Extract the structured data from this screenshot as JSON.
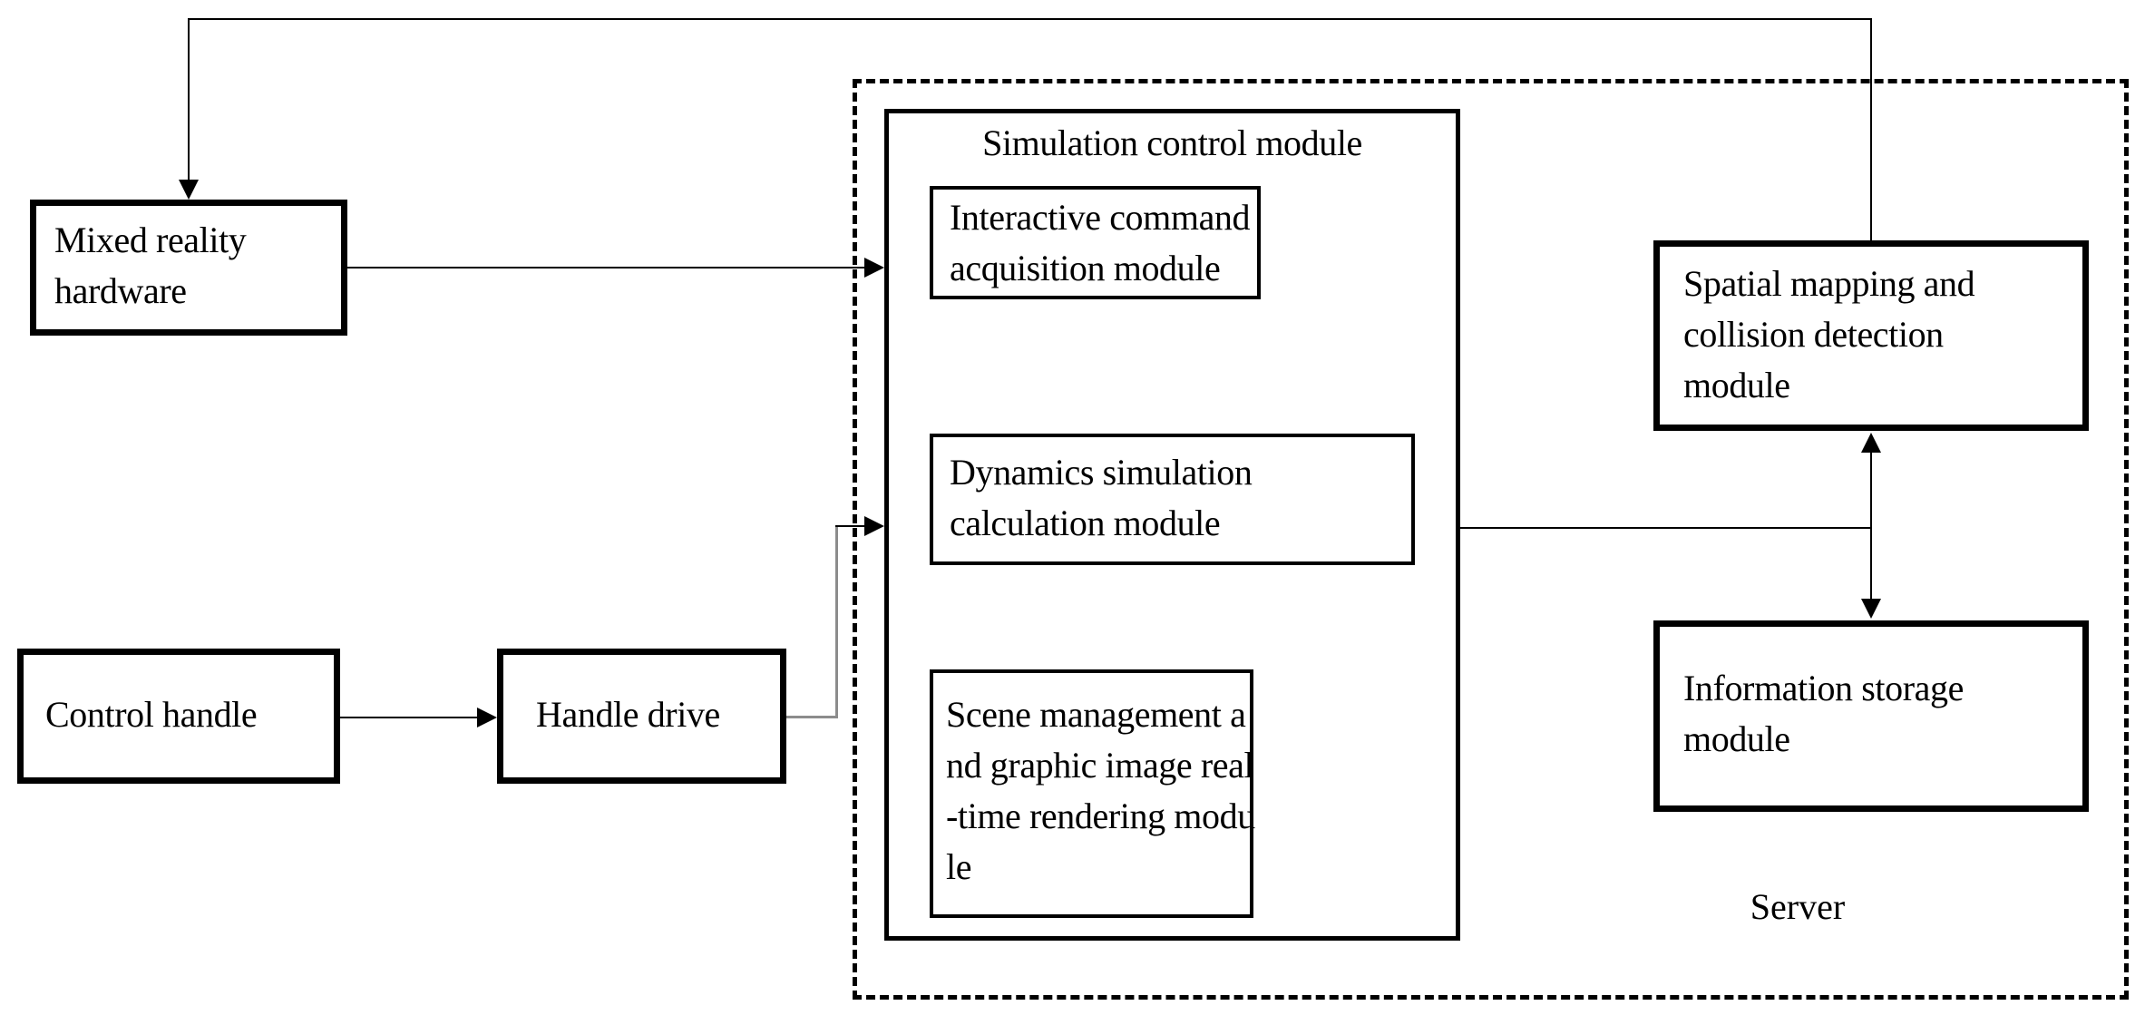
{
  "colors": {
    "line": "#000000",
    "background": "#ffffff",
    "connector_gray": "#8c8c8c"
  },
  "server_group_label": "Server",
  "boxes": {
    "mixed_reality_hardware": {
      "lines": [
        "Mixed reality",
        "hardware"
      ]
    },
    "control_handle": {
      "lines": [
        "Control handle"
      ]
    },
    "handle_drive": {
      "lines": [
        "Handle drive"
      ]
    },
    "simulation_control_module": {
      "title": "Simulation control module"
    },
    "interactive_command": {
      "lines": [
        "Interactive command",
        "acquisition module"
      ]
    },
    "dynamics_simulation": {
      "lines": [
        "Dynamics simulation",
        "calculation module"
      ]
    },
    "scene_management": {
      "lines": [
        "Scene management a",
        "nd graphic image real",
        "-time rendering modu",
        "le"
      ]
    },
    "spatial_mapping": {
      "lines": [
        "Spatial mapping and",
        "collision detection",
        "module"
      ]
    },
    "information_storage": {
      "lines": [
        "Information storage",
        "module"
      ]
    }
  }
}
